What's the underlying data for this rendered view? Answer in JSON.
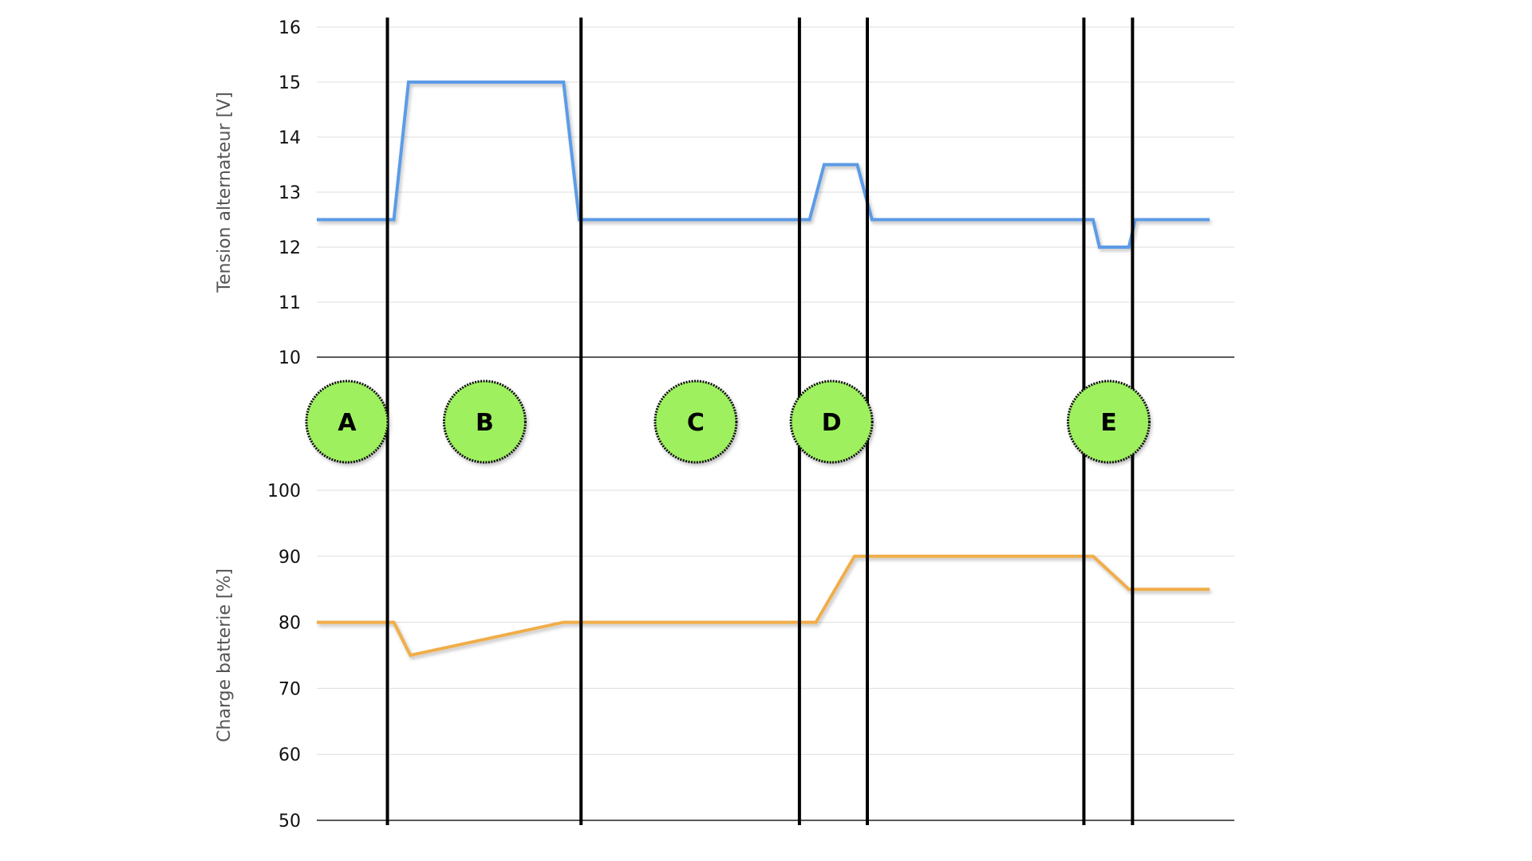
{
  "chart_data": [
    {
      "type": "line",
      "title": "",
      "xlabel": "",
      "ylabel": "Tension alternateur [V]",
      "ylim": [
        10,
        16
      ],
      "yticks": [
        10,
        11,
        12,
        13,
        14,
        15,
        16
      ],
      "xlim": [
        0,
        100
      ],
      "grid": true,
      "series": [
        {
          "color": "#5B9BE6",
          "x": [
            0,
            8.4,
            10,
            26.9,
            28.6,
            53.7,
            55.3,
            58.9,
            60.5,
            84.6,
            85.3,
            88.5,
            89.2,
            97.3
          ],
          "values": [
            12.5,
            12.5,
            15,
            15,
            12.5,
            12.5,
            13.5,
            13.5,
            12.5,
            12.5,
            12,
            12,
            12.5,
            12.5
          ]
        }
      ]
    },
    {
      "type": "line",
      "title": "",
      "xlabel": "",
      "ylabel": "Charge batterie [%]",
      "ylim": [
        50,
        100
      ],
      "yticks": [
        50,
        60,
        70,
        80,
        90,
        100
      ],
      "xlim": [
        0,
        100
      ],
      "grid": true,
      "series": [
        {
          "color": "#F0AD48",
          "x": [
            0,
            8.4,
            10.2,
            26.9,
            54.4,
            58.6,
            84.6,
            88.5,
            97.3
          ],
          "values": [
            80,
            80,
            75,
            80,
            80,
            90,
            90,
            85,
            85
          ]
        }
      ]
    }
  ],
  "phases": {
    "boundaries_x": [
      7.7,
      28.8,
      52.6,
      60.0,
      83.6,
      88.9
    ],
    "labels": [
      {
        "text": "A",
        "x": 3.3
      },
      {
        "text": "B",
        "x": 18.3
      },
      {
        "text": "C",
        "x": 41.3
      },
      {
        "text": "D",
        "x": 56.1
      },
      {
        "text": "E",
        "x": 86.3
      }
    ],
    "circle_color": "#9EF05E"
  }
}
